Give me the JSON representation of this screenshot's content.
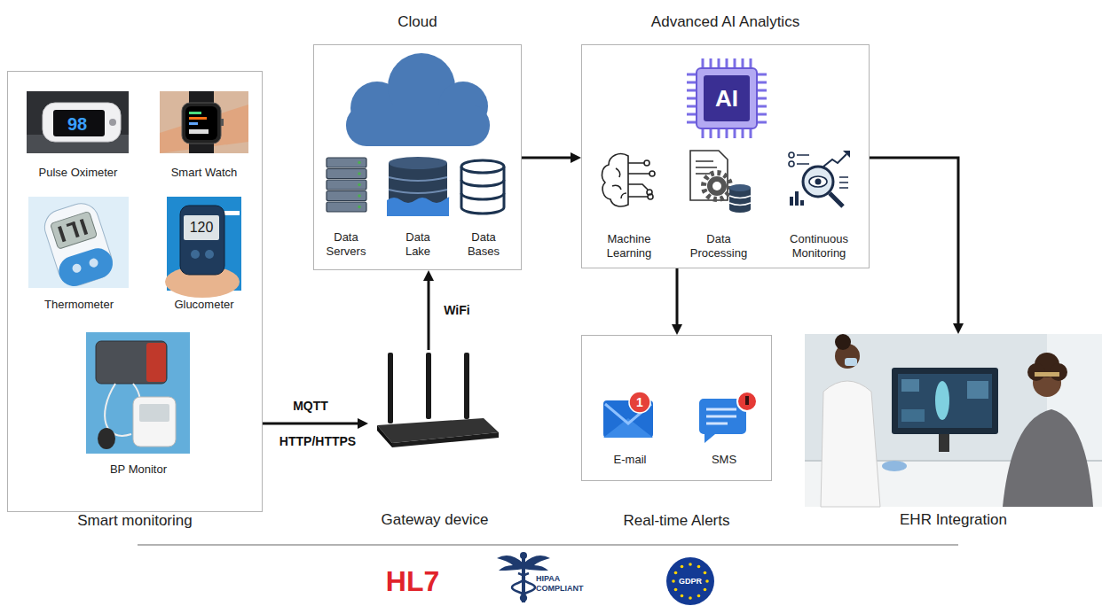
{
  "diagram": {
    "nodes": [
      {
        "text": [
          "Smart monitoring"
        ]
      },
      {
        "text": [
          "Pulse Oximeter"
        ],
        "in": 0
      },
      {
        "text": [
          "Smart Watch"
        ],
        "in": 0
      },
      {
        "text": [
          "Thermometer"
        ],
        "in": 0
      },
      {
        "text": [
          "Glucometer"
        ],
        "in": 0
      },
      {
        "text": [
          "BP Monitor"
        ],
        "in": 0
      },
      {
        "text": [
          "Gateway device"
        ]
      },
      {
        "text": [
          "Cloud"
        ]
      },
      {
        "text": [
          "Data Servers"
        ],
        "in": 7
      },
      {
        "text": [
          "Data Lake"
        ],
        "in": 7
      },
      {
        "text": [
          "Data Bases"
        ],
        "in": 7
      },
      {
        "text": [
          "Advanced AI Analytics"
        ]
      },
      {
        "text": [
          "AI"
        ],
        "in": 11
      },
      {
        "text": [
          "Machine Learning"
        ],
        "in": 11
      },
      {
        "text": [
          "Data Processing"
        ],
        "in": 11
      },
      {
        "text": [
          "Continuous Monitoring"
        ],
        "in": 11
      },
      {
        "text": [
          "Real-time Alerts"
        ]
      },
      {
        "text": [
          "E-mail"
        ],
        "in": 16
      },
      {
        "text": [
          "1"
        ],
        "in": 17
      },
      {
        "text": [
          "SMS"
        ],
        "in": 16
      },
      {
        "text": [
          "EHR Integration"
        ]
      }
    ],
    "edges": [
      {
        "from": 0,
        "to": 6,
        "label": "MQTT",
        "arrow": "to"
      },
      {
        "from": 6,
        "to": 7,
        "label": "WiFi",
        "arrow": "to"
      },
      {
        "from": 7,
        "to": 11,
        "arrow": "to"
      },
      {
        "from": 11,
        "to": 16,
        "arrow": "to"
      },
      {
        "from": 11,
        "to": 20,
        "arrow": "to"
      }
    ],
    "labels": [
      "HTTP/HTTPS",
      "98",
      "120",
      "HL7",
      "HIPAA COMPLIANT",
      "GDPR"
    ]
  }
}
